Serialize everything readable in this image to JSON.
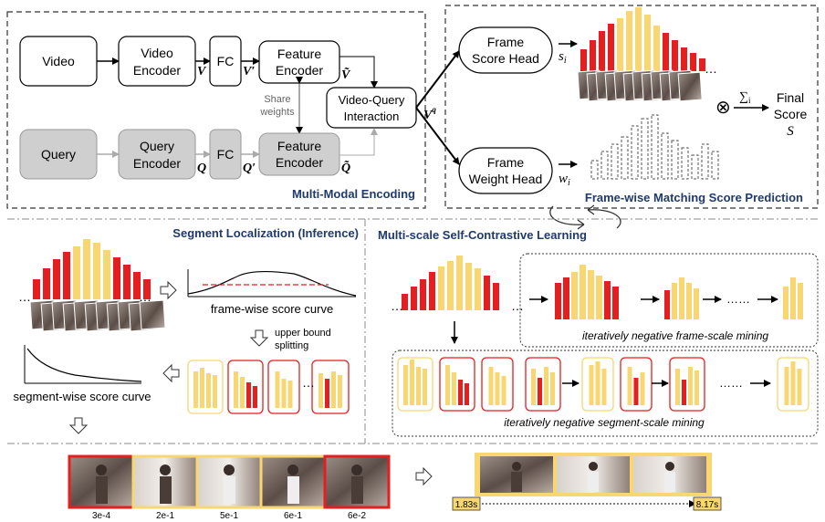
{
  "colors": {
    "red": "#e51f1f",
    "yellow": "#f8d672",
    "navy": "#1f3a6b",
    "gray_box": "#cfcfcf",
    "dash": "#555555"
  },
  "encoding": {
    "title": "Multi-Modal Encoding",
    "video": "Video",
    "video_encoder_1": "Video",
    "video_encoder_2": "Encoder",
    "fc_top": "FC",
    "feature_encoder_top_1": "Feature",
    "feature_encoder_top_2": "Encoder",
    "query": "Query",
    "query_encoder_1": "Query",
    "query_encoder_2": "Encoder",
    "fc_bottom": "FC",
    "feature_encoder_bottom_1": "Feature",
    "feature_encoder_bottom_2": "Encoder",
    "share_1": "Share",
    "share_2": "weights",
    "vq_1": "Video-Query",
    "vq_2": "Interaction",
    "sym_V": "V",
    "sym_Vp": "V′",
    "sym_Vt": "Ṽ",
    "sym_Q": "Q",
    "sym_Qp": "Q′",
    "sym_Qt": "Q̃",
    "sym_Vq": "Vq"
  },
  "prediction": {
    "title": "Frame-wise Matching Score Prediction",
    "score_head_1": "Frame",
    "score_head_2": "Score Head",
    "weight_head_1": "Frame",
    "weight_head_2": "Weight Head",
    "s_i": "s",
    "s_sub": "i",
    "w_i": "w",
    "w_sub": "i",
    "dots": "…",
    "otimes": "⊗",
    "sum": "∑",
    "sum_sub": "i",
    "final_1": "Final",
    "final_2": "Score",
    "final_sym": "S"
  },
  "localization": {
    "title": "Segment Localization (Inference)",
    "frame_curve": "frame-wise score curve",
    "upper_1": "upper bound",
    "upper_2": "splitting",
    "segment_curve": "segment-wise score curve",
    "dots": "…"
  },
  "contrastive": {
    "title": "Multi-scale Self-Contrastive Learning",
    "frame_mining": "iteratively negative  frame-scale mining",
    "segment_mining": "iteratively negative  segment-scale mining",
    "dots": "……",
    "ell": "…"
  },
  "filmstrip": {
    "scores": [
      "3e-4",
      "2e-1",
      "5e-1",
      "6e-1",
      "6e-2"
    ],
    "start": "1.83s",
    "end": "8.17s"
  }
}
